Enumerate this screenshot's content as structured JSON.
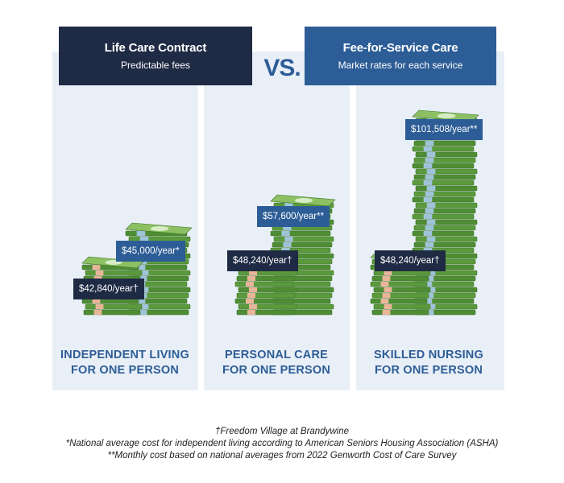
{
  "header": {
    "left": {
      "title": "Life Care Contract",
      "subtitle": "Predictable fees",
      "color": "#1f2a44"
    },
    "vs": "VS.",
    "right": {
      "title": "Fee-for-Service Care",
      "subtitle": "Market rates for each service",
      "color": "#2d5d96"
    }
  },
  "colors": {
    "panel": "#e9eff7",
    "label": "#2d5d96",
    "bill_green": "#5a9a3c",
    "bill_light": "#8cc063",
    "band": "#e8b598"
  },
  "columns": [
    {
      "label": "INDEPENDENT LIVING\nFOR ONE PERSON",
      "life_care": "$42,840/year†",
      "fee_for_service": "$45,000/year*"
    },
    {
      "label": "PERSONAL CARE\nFOR ONE PERSON",
      "life_care": "$48,240/year†",
      "fee_for_service": "$57,600/year**"
    },
    {
      "label": "SKILLED NURSING\nFOR ONE PERSON",
      "life_care": "$48,240/year†",
      "fee_for_service": "$101,508/year**"
    }
  ],
  "chart_data": {
    "type": "bar",
    "categories": [
      "INDEPENDENT LIVING FOR ONE PERSON",
      "PERSONAL CARE FOR ONE PERSON",
      "SKILLED NURSING FOR ONE PERSON"
    ],
    "series": [
      {
        "name": "Life Care Contract",
        "values": [
          42840,
          48240,
          48240
        ]
      },
      {
        "name": "Fee-for-Service Care",
        "values": [
          45000,
          57600,
          101508
        ]
      }
    ],
    "ylim": [
      0,
      110000
    ]
  },
  "footnotes": [
    "†Freedom Village at Brandywine",
    "*National average cost for independent living according to American Seniors Housing Association (ASHA)",
    "**Monthly cost based on national averages from 2022 Genworth Cost of Care Survey"
  ]
}
